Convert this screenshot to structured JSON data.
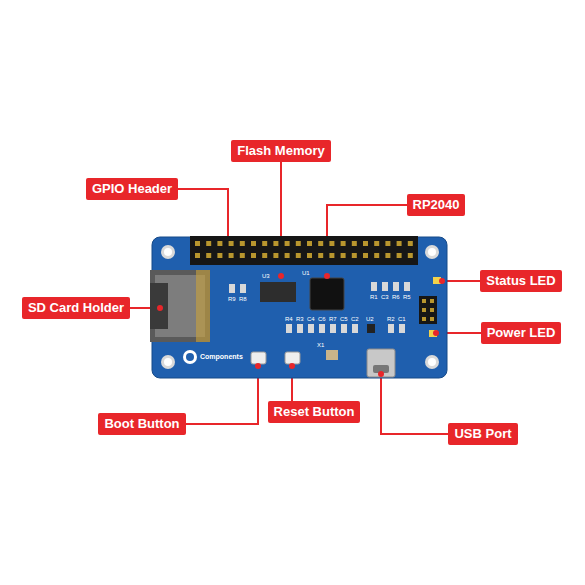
{
  "diagram": {
    "nodes": [
      {
        "text": [
          "Flash Memory"
        ]
      },
      {
        "text": [
          "GPIO Header"
        ]
      },
      {
        "text": [
          "RP2040"
        ]
      },
      {
        "text": [
          "Status LED"
        ]
      },
      {
        "text": [
          "SD Card Holder"
        ]
      },
      {
        "text": [
          "Power LED"
        ]
      },
      {
        "text": [
          "Boot Button"
        ]
      },
      {
        "text": [
          "Reset Button"
        ]
      },
      {
        "text": [
          "USB Port"
        ]
      }
    ],
    "labels": [
      "U3",
      "U1",
      "R9",
      "R8",
      "R4",
      "R3",
      "C4",
      "C6",
      "R7",
      "C5",
      "C2",
      "U2",
      "R2",
      "C1",
      "R1",
      "C3",
      "R6",
      "R5",
      "X1",
      "Components"
    ]
  }
}
